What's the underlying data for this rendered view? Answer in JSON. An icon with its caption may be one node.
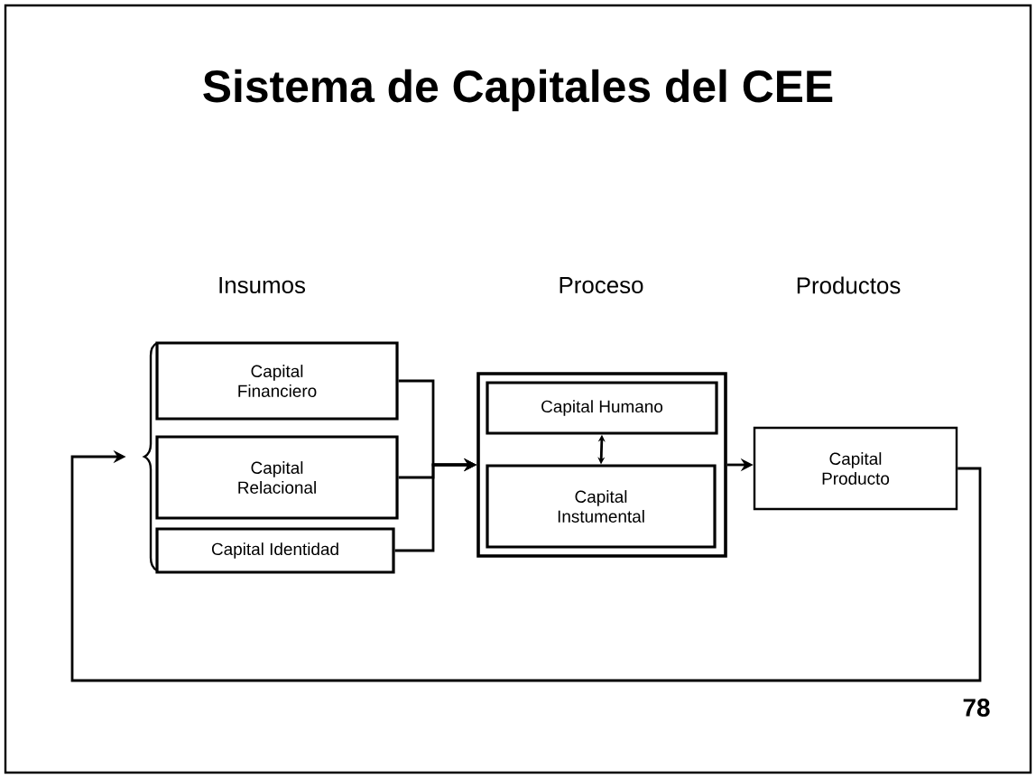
{
  "diagram": {
    "title": "Sistema de Capitales del CEE",
    "nodes": [
      {
        "text": [],
        "shape": "brace"
      },
      {
        "text": [
          "Capital Financiero"
        ]
      },
      {
        "text": [
          "Capital Relacional"
        ]
      },
      {
        "text": [
          "Capital Identidad"
        ]
      },
      {
        "text": [],
        "shape": "box"
      },
      {
        "text": [
          "Capital Humano"
        ],
        "in": 4
      },
      {
        "text": [
          "Capital Instumental"
        ],
        "in": 4
      },
      {
        "text": [
          "Capital Producto"
        ]
      }
    ],
    "edges": [
      {
        "from": 1,
        "to": 4,
        "arrow": "to"
      },
      {
        "from": 2,
        "to": 4,
        "arrow": "to"
      },
      {
        "from": 3,
        "to": 4,
        "arrow": "to"
      },
      {
        "from": 6,
        "to": 5,
        "arrow": "both"
      },
      {
        "from": 4,
        "to": 7,
        "arrow": "to"
      },
      {
        "from": 7,
        "to": 0,
        "arrow": "to"
      }
    ],
    "labels": [
      "Insumos",
      "Proceso",
      "Productos",
      "78"
    ]
  }
}
